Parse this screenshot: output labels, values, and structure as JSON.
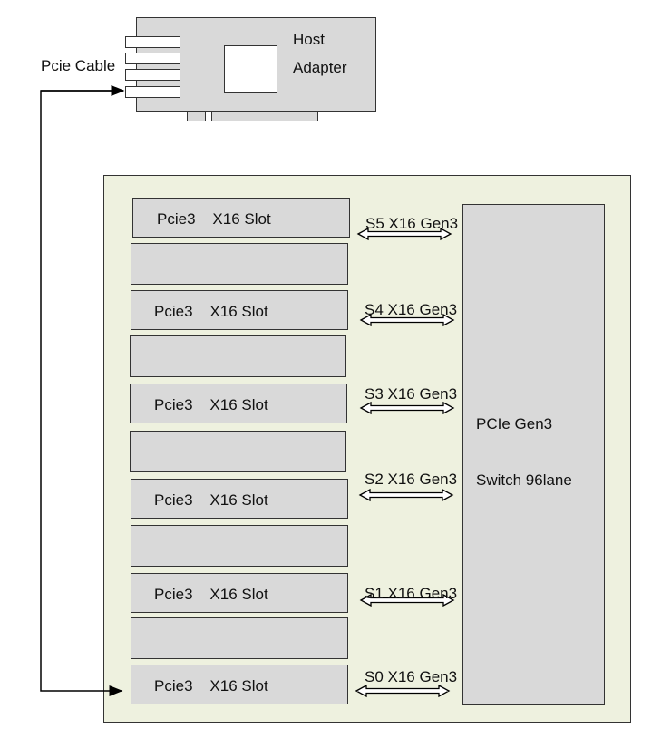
{
  "host_adapter": {
    "label_line1": "Host",
    "label_line2": "Adapter"
  },
  "cable": {
    "label": "Pcie Cable"
  },
  "slots": [
    {
      "label": "Pcie3    X16 Slot"
    },
    {
      "label": "Pcie3    X16 Slot"
    },
    {
      "label": "Pcie3    X16 Slot"
    },
    {
      "label": "Pcie3    X16 Slot"
    },
    {
      "label": "Pcie3    X16 Slot"
    },
    {
      "label": "Pcie3    X16 Slot"
    }
  ],
  "links": [
    {
      "label": "S5 X16 Gen3"
    },
    {
      "label": "S4 X16 Gen3"
    },
    {
      "label": "S3 X16 Gen3"
    },
    {
      "label": "S2 X16 Gen3"
    },
    {
      "label": "S1 X16 Gen3"
    },
    {
      "label": "S0 X16 Gen3"
    }
  ],
  "switch": {
    "label_line1": "PCIe Gen3",
    "label_line2": "Switch 96lane"
  },
  "colors": {
    "backplane": "#eef1df",
    "component": "#d9d9d9",
    "line": "#000000"
  }
}
